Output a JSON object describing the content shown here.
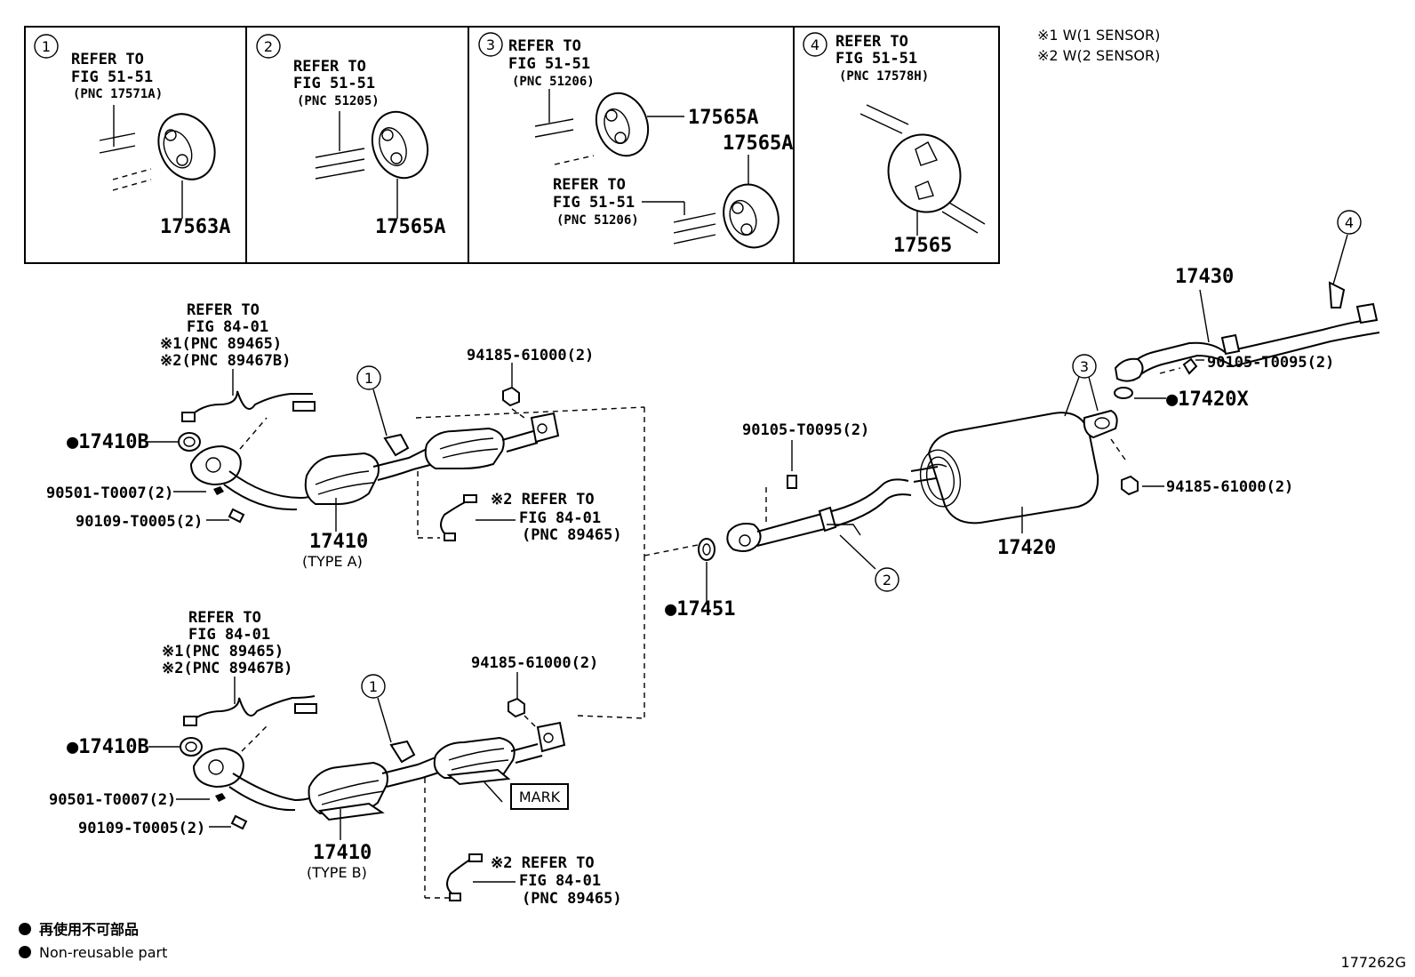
{
  "legend": {
    "sensor1": "※1  W(1 SENSOR)",
    "sensor2": "※2  W(2 SENSOR)",
    "nonreusable_jp": "再使用不可部品",
    "nonreusable_en": "Non-reusable part"
  },
  "figure_code": "177262G",
  "callout_boxes": [
    {
      "num": "1",
      "lines": [
        "REFER TO",
        "FIG 51-51",
        "(PNC 17571A)"
      ],
      "part": "17563A"
    },
    {
      "num": "2",
      "lines": [
        "REFER TO",
        "FIG 51-51",
        "(PNC 51205)"
      ],
      "part": "17565A"
    },
    {
      "num": "3",
      "lines": [
        "REFER TO",
        "FIG 51-51",
        "(PNC 51206)"
      ],
      "part": "17565A",
      "part2": "17565A",
      "lines2": [
        "REFER TO",
        "FIG 51-51",
        "(PNC 51206)"
      ]
    },
    {
      "num": "4",
      "lines": [
        "REFER TO",
        "FIG 51-51",
        "(PNC 17578H)"
      ],
      "part": "17565"
    }
  ],
  "type_a": {
    "sensor_ref": [
      "REFER TO",
      "FIG 84-01",
      "※1(PNC 89465)",
      "※2(PNC 89467B)"
    ],
    "gasket": "●17410B",
    "nut1": "90501-T0007(2)",
    "bolt1": "90109-T0005(2)",
    "nut2": "94185-61000(2)",
    "sensor2_ref": [
      "※2 REFER TO",
      "FIG 84-01",
      "(PNC 89465)"
    ],
    "part": "17410",
    "type": "(TYPE A)",
    "callout": "1"
  },
  "type_b": {
    "sensor_ref": [
      "REFER TO",
      "FIG 84-01",
      "※1(PNC 89465)",
      "※2(PNC 89467B)"
    ],
    "gasket": "●17410B",
    "nut1": "90501-T0007(2)",
    "bolt1": "90109-T0005(2)",
    "nut2": "94185-61000(2)",
    "sensor2_ref": [
      "※2 REFER TO",
      "FIG 84-01",
      "(PNC 89465)"
    ],
    "part": "17410",
    "type": "(TYPE B)",
    "mark": "MARK",
    "callout": "1"
  },
  "center": {
    "gasket": "●17451",
    "bolt": "90105-T0095(2)",
    "muffler": "17420",
    "callout2": "2",
    "callout3": "3",
    "nut": "94185-61000(2)"
  },
  "tail": {
    "pipe": "17430",
    "callout4": "4",
    "bolt": "90105-T0095(2)",
    "gasket": "●17420X"
  }
}
